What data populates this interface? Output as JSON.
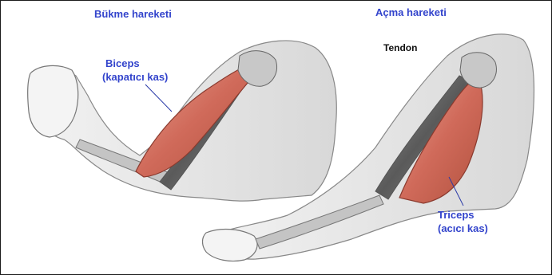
{
  "diagram": {
    "left_panel": {
      "title": "Bükme hareketi",
      "muscle_name": "Biceps",
      "muscle_role": "(kapatıcı kas)"
    },
    "right_panel": {
      "title": "Açma hareketi",
      "tendon_label": "Tendon",
      "muscle_name": "Triceps",
      "muscle_role": "(acıcı kas)"
    },
    "colors": {
      "label_blue": "#3344cc",
      "muscle_red": "#d9786a",
      "skin_gray": "#e6e6e6",
      "bone_gray": "#b8b8b8"
    }
  }
}
